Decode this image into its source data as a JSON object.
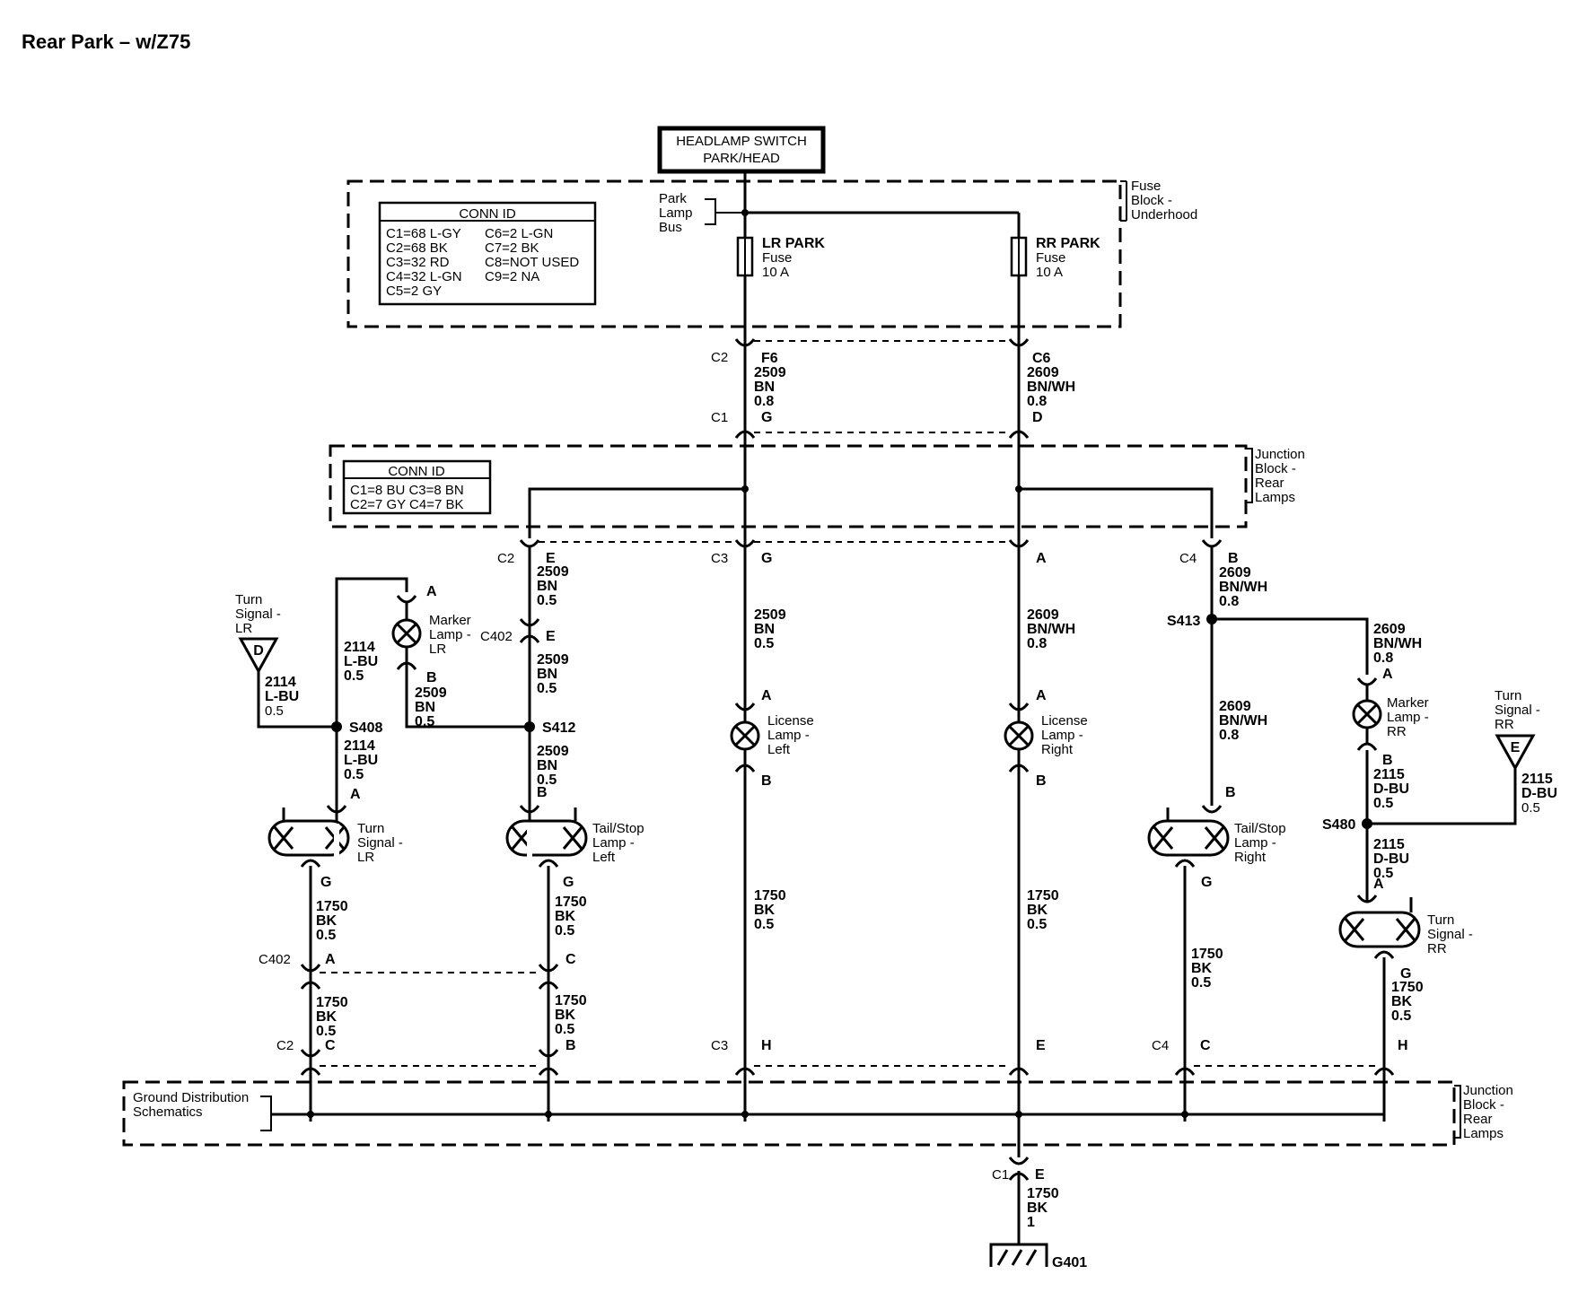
{
  "title": "Rear Park – w/Z75",
  "headlamp_switch": {
    "line1": "HEADLAMP SWITCH",
    "line2": "PARK/HEAD"
  },
  "fuse_block": {
    "label": [
      "Fuse",
      "Block -",
      "Underhood"
    ],
    "park_bus": [
      "Park",
      "Lamp",
      "Bus"
    ],
    "conn_id": {
      "header": "CONN ID",
      "left": [
        "C1=68 L-GY",
        "C2=68 BK",
        "C3=32 RD",
        "C4=32 L-GN",
        "C5=2 GY"
      ],
      "right": [
        "C6=2 L-GN",
        "C7=2 BK",
        "C8=NOT USED",
        "C9=2 NA"
      ]
    },
    "fuse_lr": [
      "LR PARK",
      "Fuse",
      "10 A"
    ],
    "fuse_rr": [
      "RR PARK",
      "Fuse",
      "10 A"
    ]
  },
  "jb_rear": {
    "label": [
      "Junction",
      "Block -",
      "Rear",
      "Lamps"
    ],
    "conn_id": {
      "header": "CONN ID",
      "row1": "C1=8 BU   C3=8 BN",
      "row2": "C2=7 GY   C4=7 BK"
    }
  },
  "jb_rear_ground": {
    "label": [
      "Junction",
      "Block -",
      "Rear",
      "Lamps"
    ]
  },
  "ground_dist": [
    "Ground Distribution",
    "Schematics"
  ],
  "upper_connectors": {
    "left": {
      "c2": "C2",
      "f6": "F6",
      "c1": "C1",
      "g": "G"
    },
    "right": {
      "c6": "C6",
      "d": "D"
    }
  },
  "wires": {
    "w2509_bn_08": [
      "2509",
      "BN",
      "0.8"
    ],
    "w2609_bnwh_08": [
      "2609",
      "BN/WH",
      "0.8"
    ],
    "w2509_bn_05": [
      "2509",
      "BN",
      "0.5"
    ],
    "w2609_bnwh_08b": [
      "2609",
      "BN/WH",
      "0.8"
    ],
    "w2114_lbu_05": [
      "2114",
      "L-BU",
      "0.5"
    ],
    "w2115_dbu_05": [
      "2115",
      "D-BU",
      "0.5"
    ],
    "w1750_bk_05": [
      "1750",
      "BK",
      "0.5"
    ],
    "w1750_bk_1": [
      "1750",
      "BK",
      "1"
    ]
  },
  "connectors": {
    "c2": "C2",
    "c3": "C3",
    "c4": "C4",
    "c1": "C1",
    "c402": "C402",
    "a": "A",
    "b": "B",
    "c": "C",
    "e": "E",
    "g": "G",
    "h": "H"
  },
  "splices": {
    "s408": "S408",
    "s412": "S412",
    "s413": "S413",
    "s480": "S480"
  },
  "components": {
    "turn_signal_lr_ref": [
      "Turn",
      "Signal -",
      "LR"
    ],
    "turn_signal_rr_ref": [
      "Turn",
      "Signal -",
      "RR"
    ],
    "marker_lr": [
      "Marker",
      "Lamp -",
      "LR"
    ],
    "marker_rr": [
      "Marker",
      "Lamp -",
      "RR"
    ],
    "license_left": [
      "License",
      "Lamp -",
      "Left"
    ],
    "license_right": [
      "License",
      "Lamp -",
      "Right"
    ],
    "turn_lr": [
      "Turn",
      "Signal -",
      "LR"
    ],
    "turn_rr": [
      "Turn",
      "Signal -",
      "RR"
    ],
    "tailstop_left": [
      "Tail/Stop",
      "Lamp -",
      "Left"
    ],
    "tailstop_right": [
      "Tail/Stop",
      "Lamp -",
      "Right"
    ]
  },
  "offpage": {
    "d": "D",
    "e": "E"
  },
  "ground": {
    "g401": "G401"
  }
}
